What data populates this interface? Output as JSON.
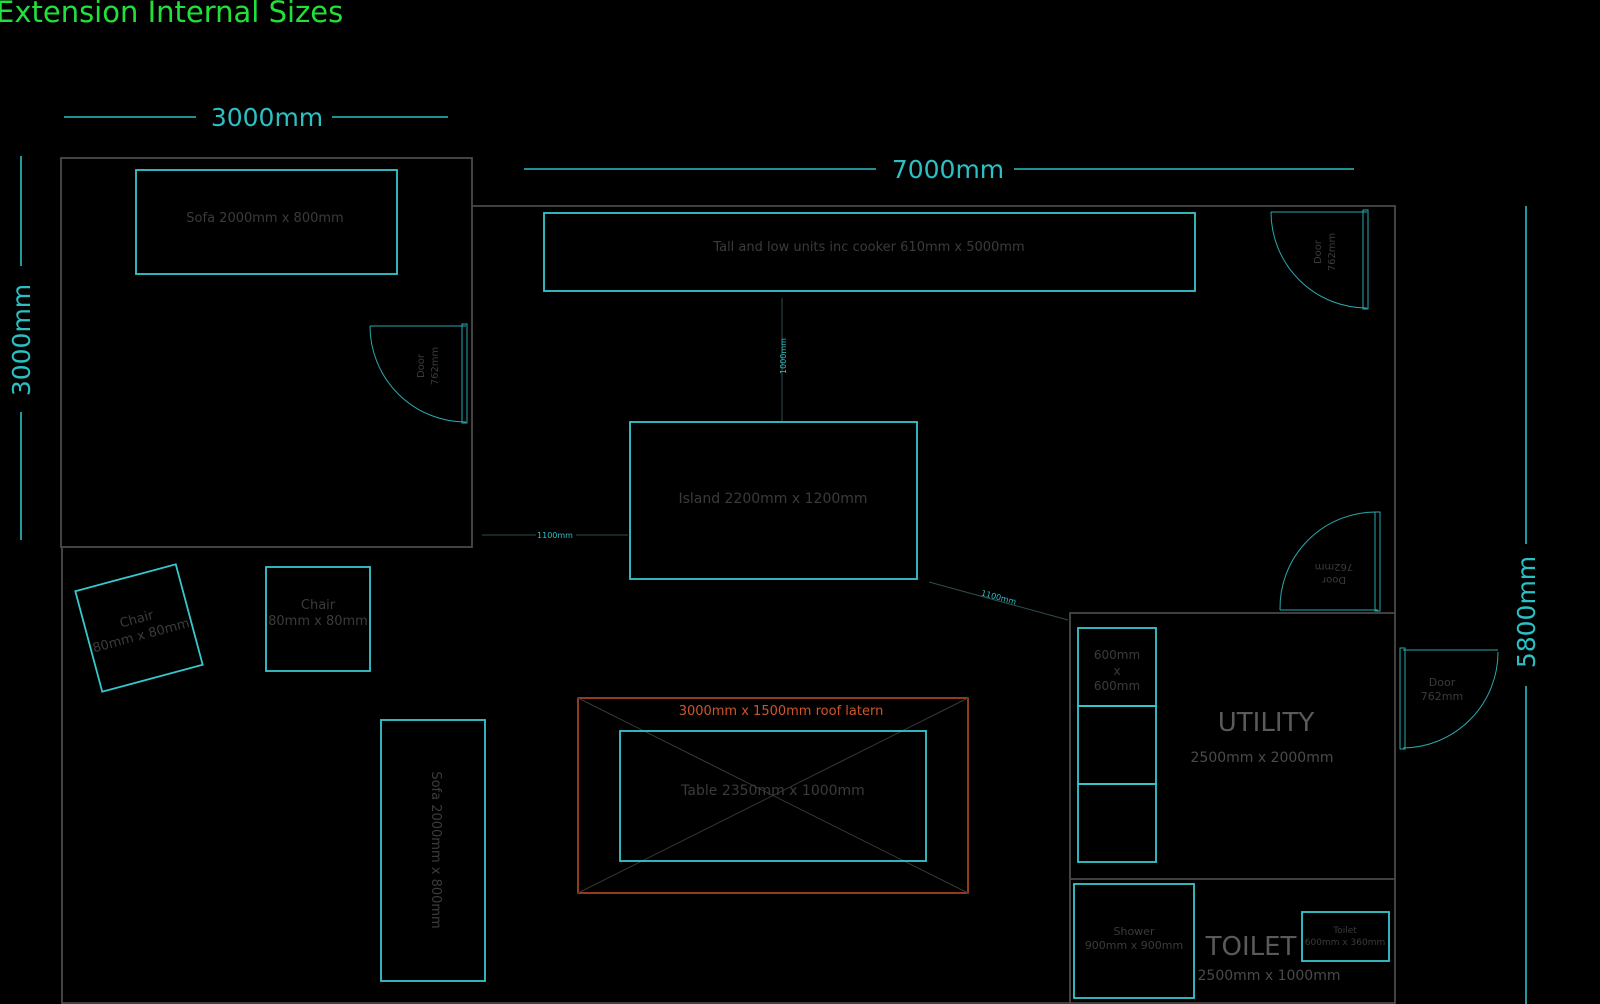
{
  "title": "Extension Internal Sizes",
  "colors": {
    "background": "#000000",
    "title": "#22e03a",
    "dimension": "#2bc0c4",
    "furniture": "#35c9cf",
    "wall": "#4a4a4a",
    "furniture_label": "#3b3b3b",
    "door": "#2aa8ac",
    "roof_lantern": "#d0552a",
    "room_label": "#5a5a5a"
  },
  "dimensions": {
    "left_width": "3000mm",
    "left_height": "3000mm",
    "kitchen_width": "7000mm",
    "right_height": "5800mm"
  },
  "furniture": {
    "sofa_top": "Sofa 2000mm x 800mm",
    "units": "Tall and low units inc cooker 610mm x 5000mm",
    "island": "Island 2200mm x 1200mm",
    "chair_rotated_line1": "Chair",
    "chair_rotated_line2": "80mm x 80mm",
    "chair_line1": "Chair",
    "chair_line2": "80mm x 80mm",
    "sofa_bottom": "Sofa 2000mm x 800mm",
    "table": "Table 2350mm x 1000mm",
    "shower_line1": "Shower",
    "shower_line2": "900mm x 900mm",
    "toilet_line1": "Toilet",
    "toilet_line2": "600mm x 360mm",
    "utility_unit_line1": "600mm",
    "utility_unit_line2": "x",
    "utility_unit_line3": "600mm"
  },
  "roof_lantern": "3000mm x 1500mm roof latern",
  "gaps": {
    "island_to_units": "1000mm",
    "island_to_wall": "1100mm",
    "island_to_utility": "1100mm"
  },
  "doors": [
    {
      "line1": "Door",
      "line2": "762mm"
    },
    {
      "line1": "Door",
      "line2": "762mm"
    },
    {
      "line1": "Door",
      "line2": "762mm"
    },
    {
      "line1": "Door",
      "line2": "762mm"
    }
  ],
  "rooms": {
    "utility_name": "UTILITY",
    "utility_size": "2500mm x 2000mm",
    "toilet_name": "TOILET",
    "toilet_size": "2500mm x 1000mm"
  }
}
